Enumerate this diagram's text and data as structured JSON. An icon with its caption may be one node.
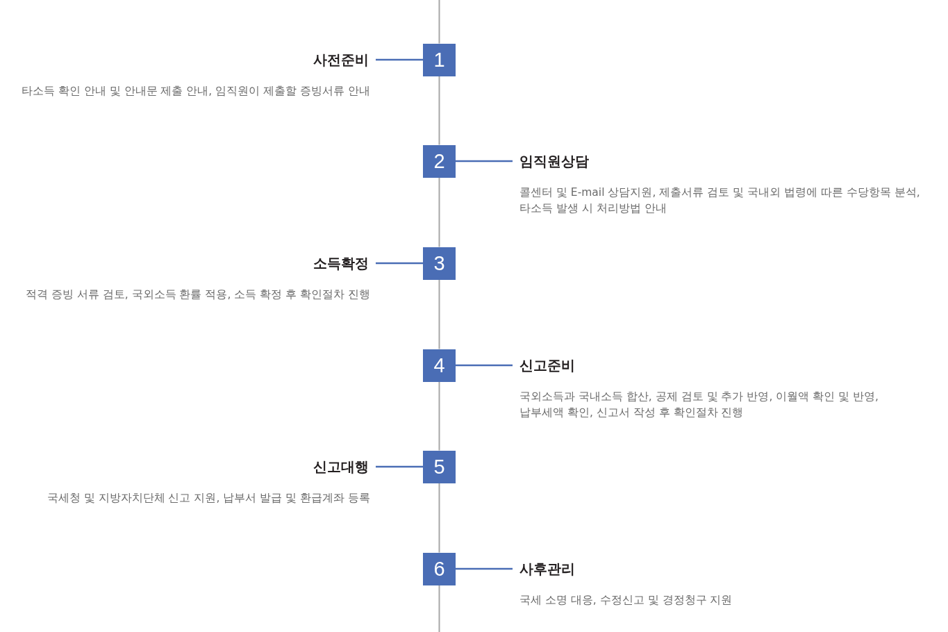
{
  "diagram": {
    "nodes": [
      {
        "text": [
          "1"
        ]
      },
      {
        "text": [
          "사전준비"
        ],
        "beside": [
          "타소득 확인 안내 및 안내문 제출 안내, 임직원이 제출할 증빙서류 안내"
        ]
      },
      {
        "text": [
          "2"
        ]
      },
      {
        "text": [
          "임직원상담"
        ],
        "beside": [
          "콜센터 및 E-mail 상담지원, 제출서류 검토 및 국내외 법령에 따른 수당항목 분석, 타소득 발생 시 처리방법 안내"
        ]
      },
      {
        "text": [
          "3"
        ]
      },
      {
        "text": [
          "소득확정"
        ],
        "beside": [
          "적격 증빙 서류 검토, 국외소득 환률 적용, 소득 확정 후 확인절차 진행"
        ]
      },
      {
        "text": [
          "4"
        ]
      },
      {
        "text": [
          "신고준비"
        ],
        "beside": [
          "국외소득과 국내소득 합산, 공제 검토 및 추가 반영, 이월액 확인 및 반영, 납부세액 확인, 신고서 작성 후 확인절차 진행"
        ]
      },
      {
        "text": [
          "5"
        ]
      },
      {
        "text": [
          "신고대행"
        ],
        "beside": [
          "국세청 및 지방자치단체 신고 지원, 납부서 발급 및 환급계좌 등록"
        ]
      },
      {
        "text": [
          "6"
        ]
      },
      {
        "text": [
          "사후관리"
        ],
        "beside": [
          "국세 소명 대응, 수정신고 및 경정청구 지원"
        ]
      }
    ],
    "edges": [
      {
        "from": null,
        "to": 0,
        "arrow": "none"
      },
      {
        "from": 0,
        "to": 1,
        "arrow": "none",
        "color": "#4a6db5"
      },
      {
        "from": 0,
        "to": 2,
        "arrow": "none"
      },
      {
        "from": 2,
        "to": 3,
        "arrow": "none",
        "color": "#4a6db5"
      },
      {
        "from": 2,
        "to": 4,
        "arrow": "none"
      },
      {
        "from": 4,
        "to": 5,
        "arrow": "none",
        "color": "#4a6db5"
      },
      {
        "from": 4,
        "to": 6,
        "arrow": "none"
      },
      {
        "from": 6,
        "to": 7,
        "arrow": "none",
        "color": "#4a6db5"
      },
      {
        "from": 6,
        "to": 8,
        "arrow": "none"
      },
      {
        "from": 8,
        "to": 9,
        "arrow": "none",
        "color": "#4a6db5"
      },
      {
        "from": 8,
        "to": 10,
        "arrow": "none"
      },
      {
        "from": 10,
        "to": 11,
        "arrow": "none",
        "color": "#4a6db5"
      },
      {
        "from": 10,
        "to": null,
        "arrow": "none"
      }
    ]
  }
}
